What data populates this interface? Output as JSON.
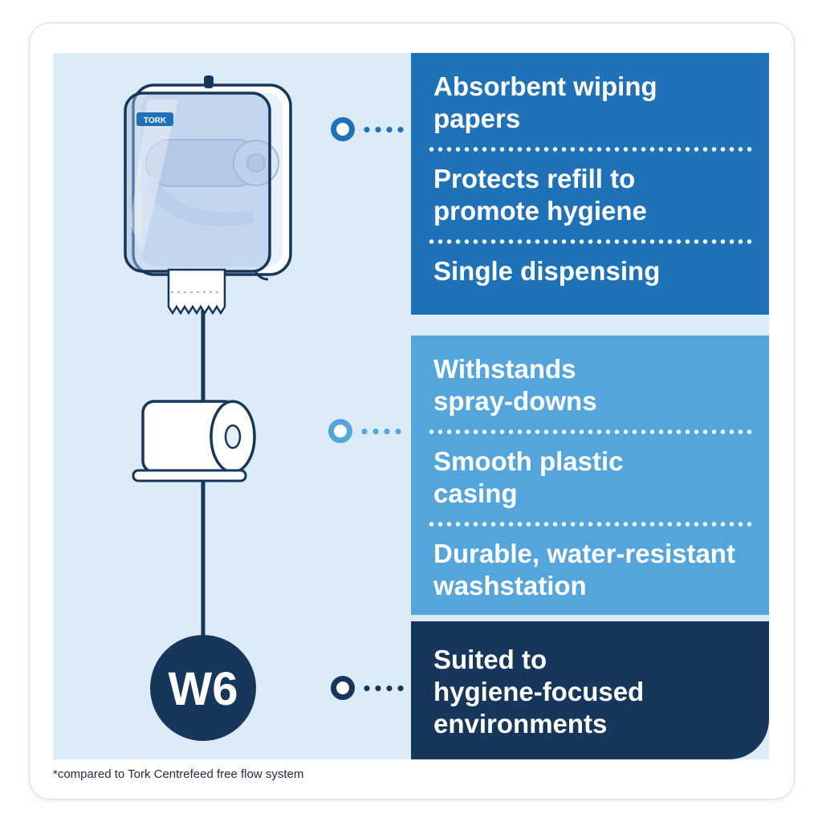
{
  "card": {
    "footnote": "*compared to Tork Centrefeed free flow system"
  },
  "illustration": {
    "brand_logo": "TORK",
    "system_code": "W6"
  },
  "colors": {
    "panel_blue": "#1f72b8",
    "panel_light_blue": "#54a5dc",
    "panel_navy": "#16365c",
    "background_pale": "#dcebf8",
    "card_background": "#ffffff",
    "text_white": "#ffffff",
    "line_navy": "#16365c"
  },
  "panels": [
    {
      "id": "wiping-paper-features",
      "color": "#1f72b8",
      "items": [
        {
          "lines": [
            "Absorbent wiping",
            "papers"
          ]
        },
        {
          "lines": [
            "Protects refill to",
            "promote hygiene"
          ]
        },
        {
          "lines": [
            "Single dispensing"
          ]
        }
      ]
    },
    {
      "id": "durability-features",
      "color": "#54a5dc",
      "items": [
        {
          "lines": [
            "Withstands",
            "spray-downs"
          ]
        },
        {
          "lines": [
            "Smooth plastic",
            "casing"
          ]
        },
        {
          "lines": [
            "Durable, water-resistant",
            "washstation"
          ]
        }
      ]
    },
    {
      "id": "environment-suitability",
      "color": "#16365c",
      "items": [
        {
          "lines": [
            "Suited to",
            "hygiene-focused",
            "environments"
          ]
        }
      ]
    }
  ]
}
